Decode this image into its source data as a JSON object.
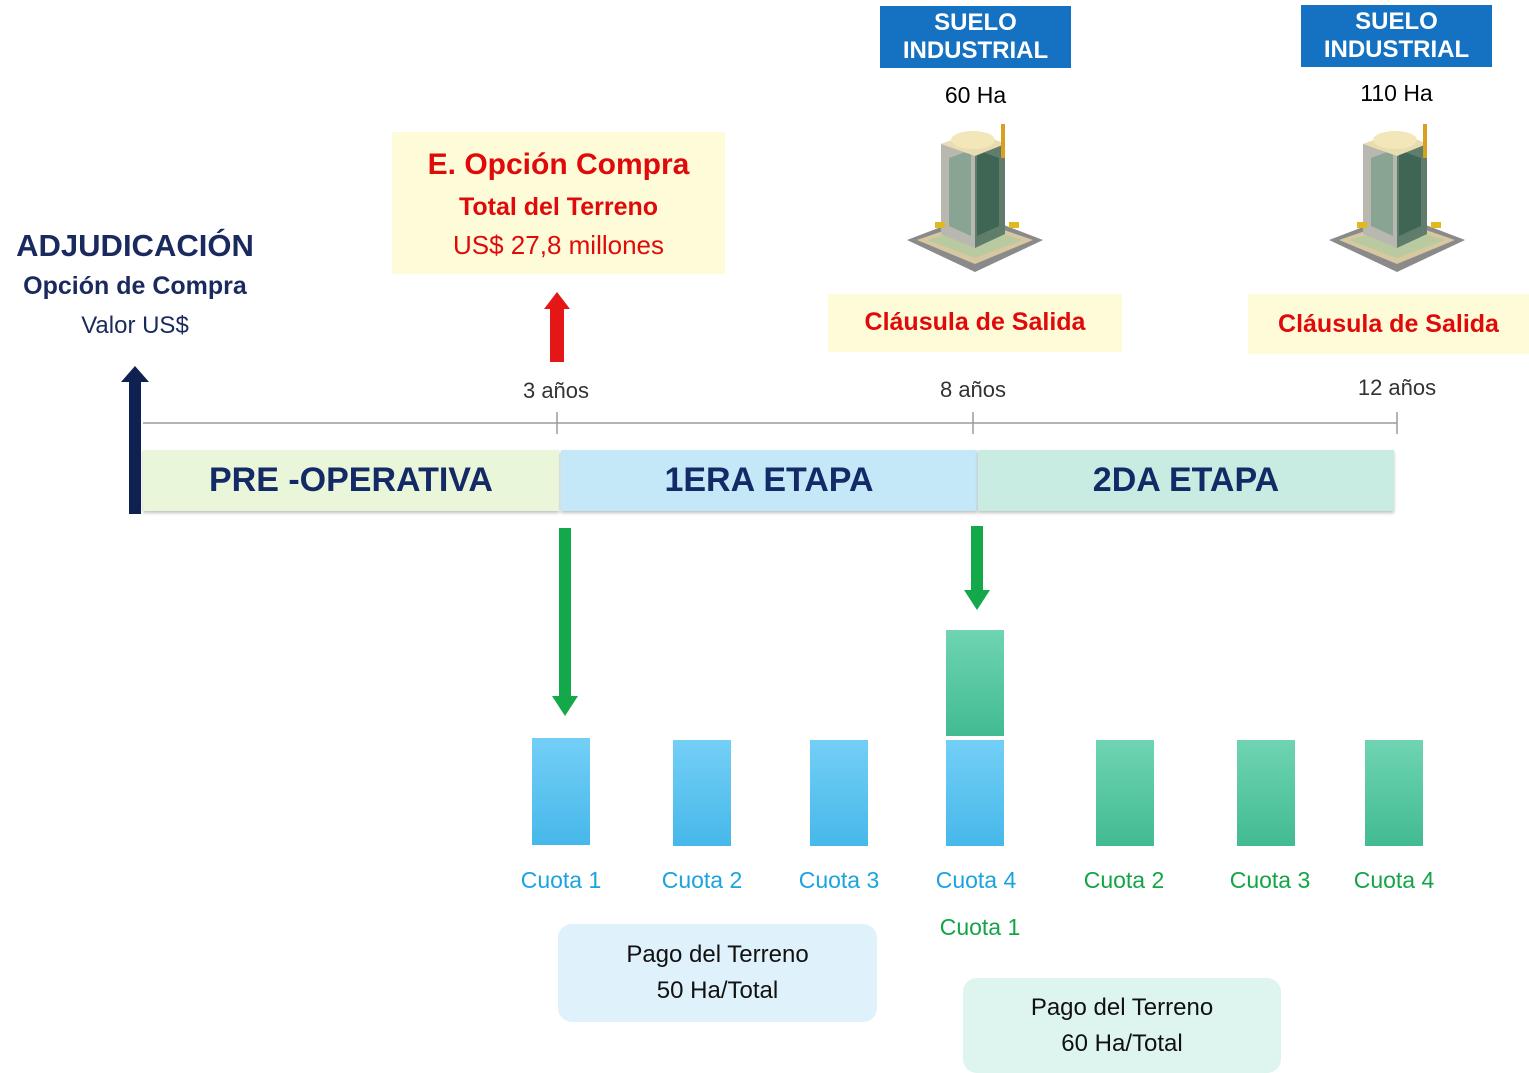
{
  "adjudicacion": {
    "title": "ADJUDICACIÓN",
    "subtitle": "Opción de Compra",
    "value": "Valor US$"
  },
  "opcion": {
    "title": "E. Opción Compra",
    "subtitle": "Total del Terreno",
    "value": "US$ 27,8 millones"
  },
  "suelos": [
    {
      "line1": "SUELO",
      "line2": "INDUSTRIAL",
      "area": "60 Ha"
    },
    {
      "line1": "SUELO",
      "line2": "INDUSTRIAL",
      "area": "110 Ha"
    }
  ],
  "clausulas": [
    "Cláusula de Salida",
    "Cláusula de Salida"
  ],
  "ticks": [
    "3 años",
    "8 años",
    "12 años"
  ],
  "stages": [
    "PRE -OPERATIVA",
    "1ERA ETAPA",
    "2DA ETAPA"
  ],
  "cuotas_blue": [
    "Cuota 1",
    "Cuota 2",
    "Cuota 3",
    "Cuota 4"
  ],
  "cuotas_green": [
    "Cuota 2",
    "Cuota 3",
    "Cuota 4"
  ],
  "cuota_green_first": "Cuota 1",
  "pagos": [
    {
      "line1": "Pago del Terreno",
      "line2": "50 Ha/Total"
    },
    {
      "line1": "Pago del Terreno",
      "line2": "60 Ha/Total"
    }
  ],
  "colors": {
    "navy": "#142a66",
    "red": "#e00a0a",
    "blue_badge": "#1572c2",
    "cuota_blue": "#1aa3df",
    "cuota_green": "#14a447",
    "stage_pre": "#eaf6d9",
    "stage_1": "#c5e8f8",
    "stage_2": "#c9ece2"
  }
}
